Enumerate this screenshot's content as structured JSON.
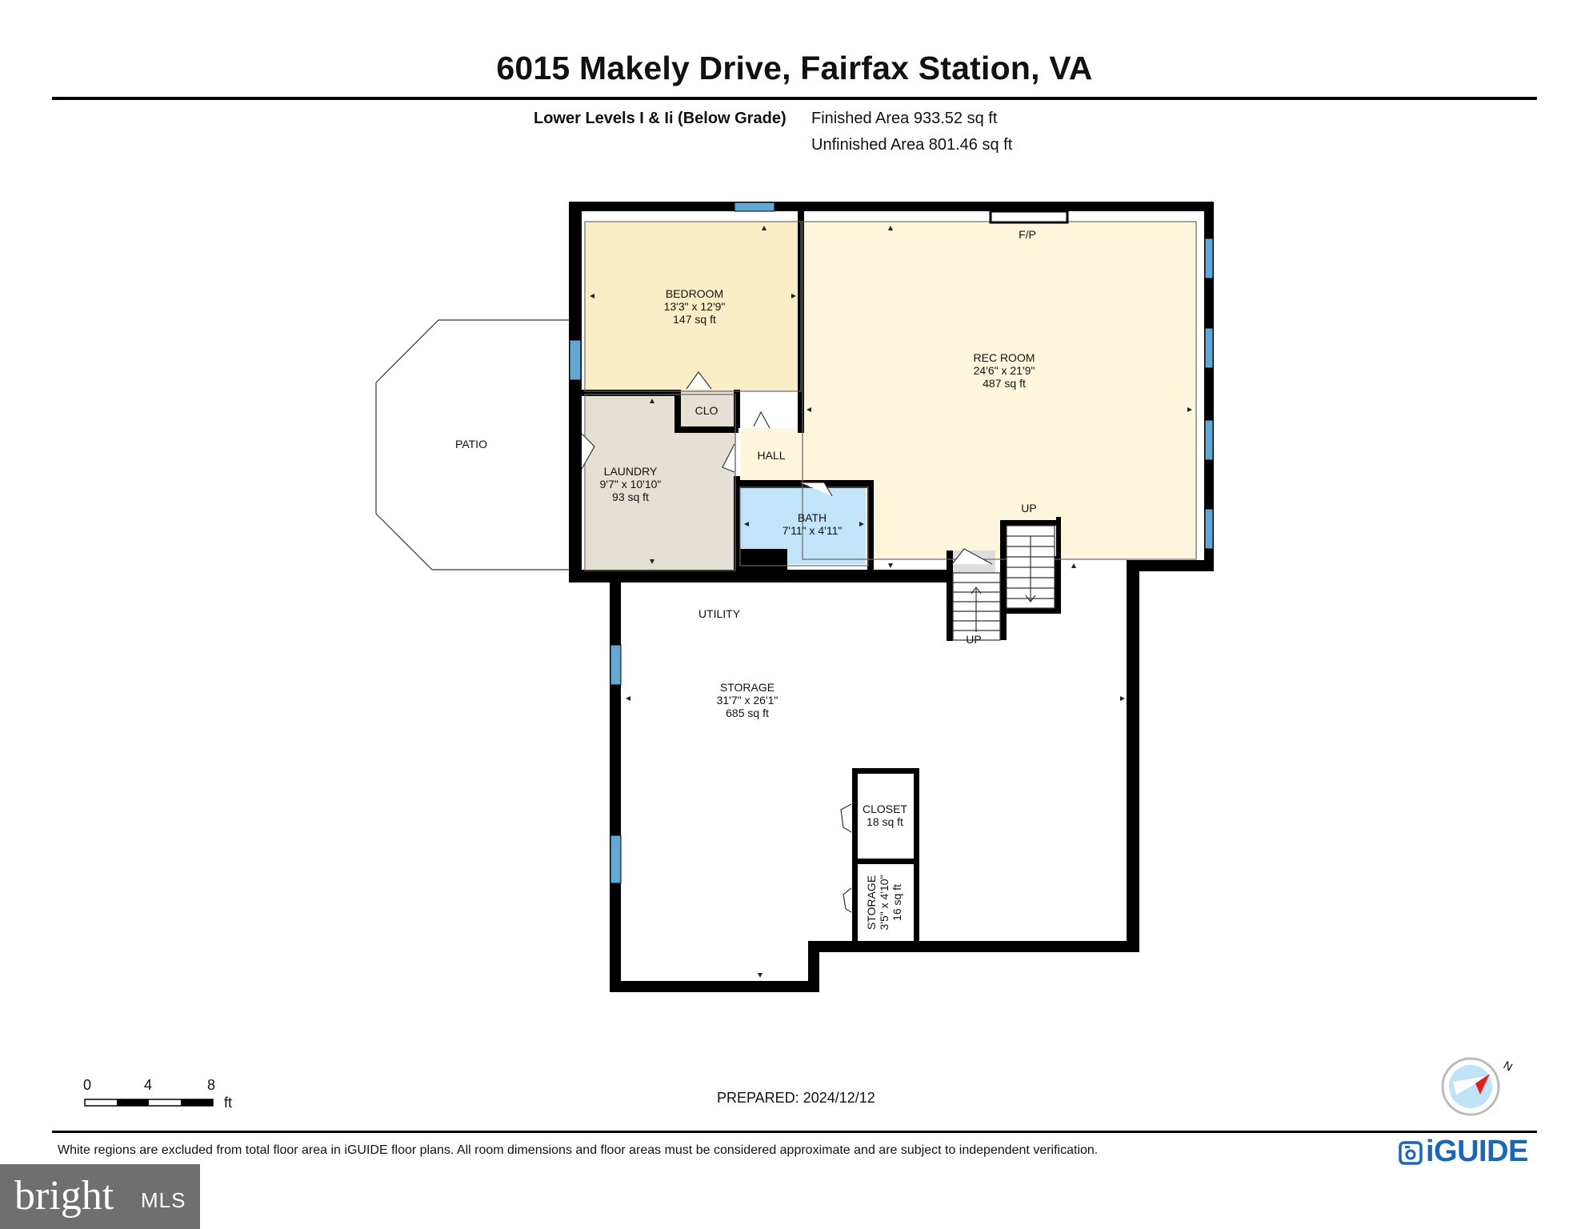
{
  "title": "6015 Makely Drive, Fairfax Station, VA",
  "level_name": "Lower Levels I & Ii (Below Grade)",
  "finished_area": "Finished Area 933.52 sq ft",
  "unfinished_area": "Unfinished Area 801.46 sq ft",
  "rooms": {
    "bedroom": {
      "name": "BEDROOM",
      "dims": "13'3\" x 12'9\"",
      "area": "147 sq ft"
    },
    "rec_room": {
      "name": "REC ROOM",
      "dims": "24'6\" x 21'9\"",
      "area": "487 sq ft"
    },
    "laundry": {
      "name": "LAUNDRY",
      "dims": "9'7\" x 10'10\"",
      "area": "93 sq ft"
    },
    "bath": {
      "name": "BATH",
      "dims": "7'11\" x 4'11\""
    },
    "storage": {
      "name": "STORAGE",
      "dims": "31'7\" x 26'1\"",
      "area": "685 sq ft"
    },
    "closet": {
      "name": "CLOSET",
      "area": "18 sq ft"
    },
    "storage_small": {
      "name": "STORAGE",
      "dims": "3'5\" x 4'10\"",
      "area": "16 sq ft"
    }
  },
  "labels": {
    "clo": "CLO",
    "hall": "HALL",
    "patio": "PATIO",
    "utility": "UTILITY",
    "fp": "F/P",
    "up_upper": "UP",
    "up_lower": "UP"
  },
  "scale": {
    "ticks": [
      "0",
      "4",
      "8"
    ],
    "unit": "ft"
  },
  "compass_label": "N",
  "prepared": "PREPARED: 2024/12/12",
  "disclaimer": "White regions are excluded from total floor area in iGUIDE floor plans. All room dimensions and floor areas must be considered approximate and are subject to independent verification.",
  "brand": "iGUIDE",
  "watermark": {
    "bright": "bright",
    "mls": "MLS"
  },
  "colors": {
    "bedroom_fill": "#fbeec6",
    "rec_fill": "#fdf6dc",
    "laundry_fill": "#e6dfd4",
    "bath_fill": "#c2e4f9",
    "window": "#63a7d4",
    "brand_blue": "#1a66b8"
  }
}
